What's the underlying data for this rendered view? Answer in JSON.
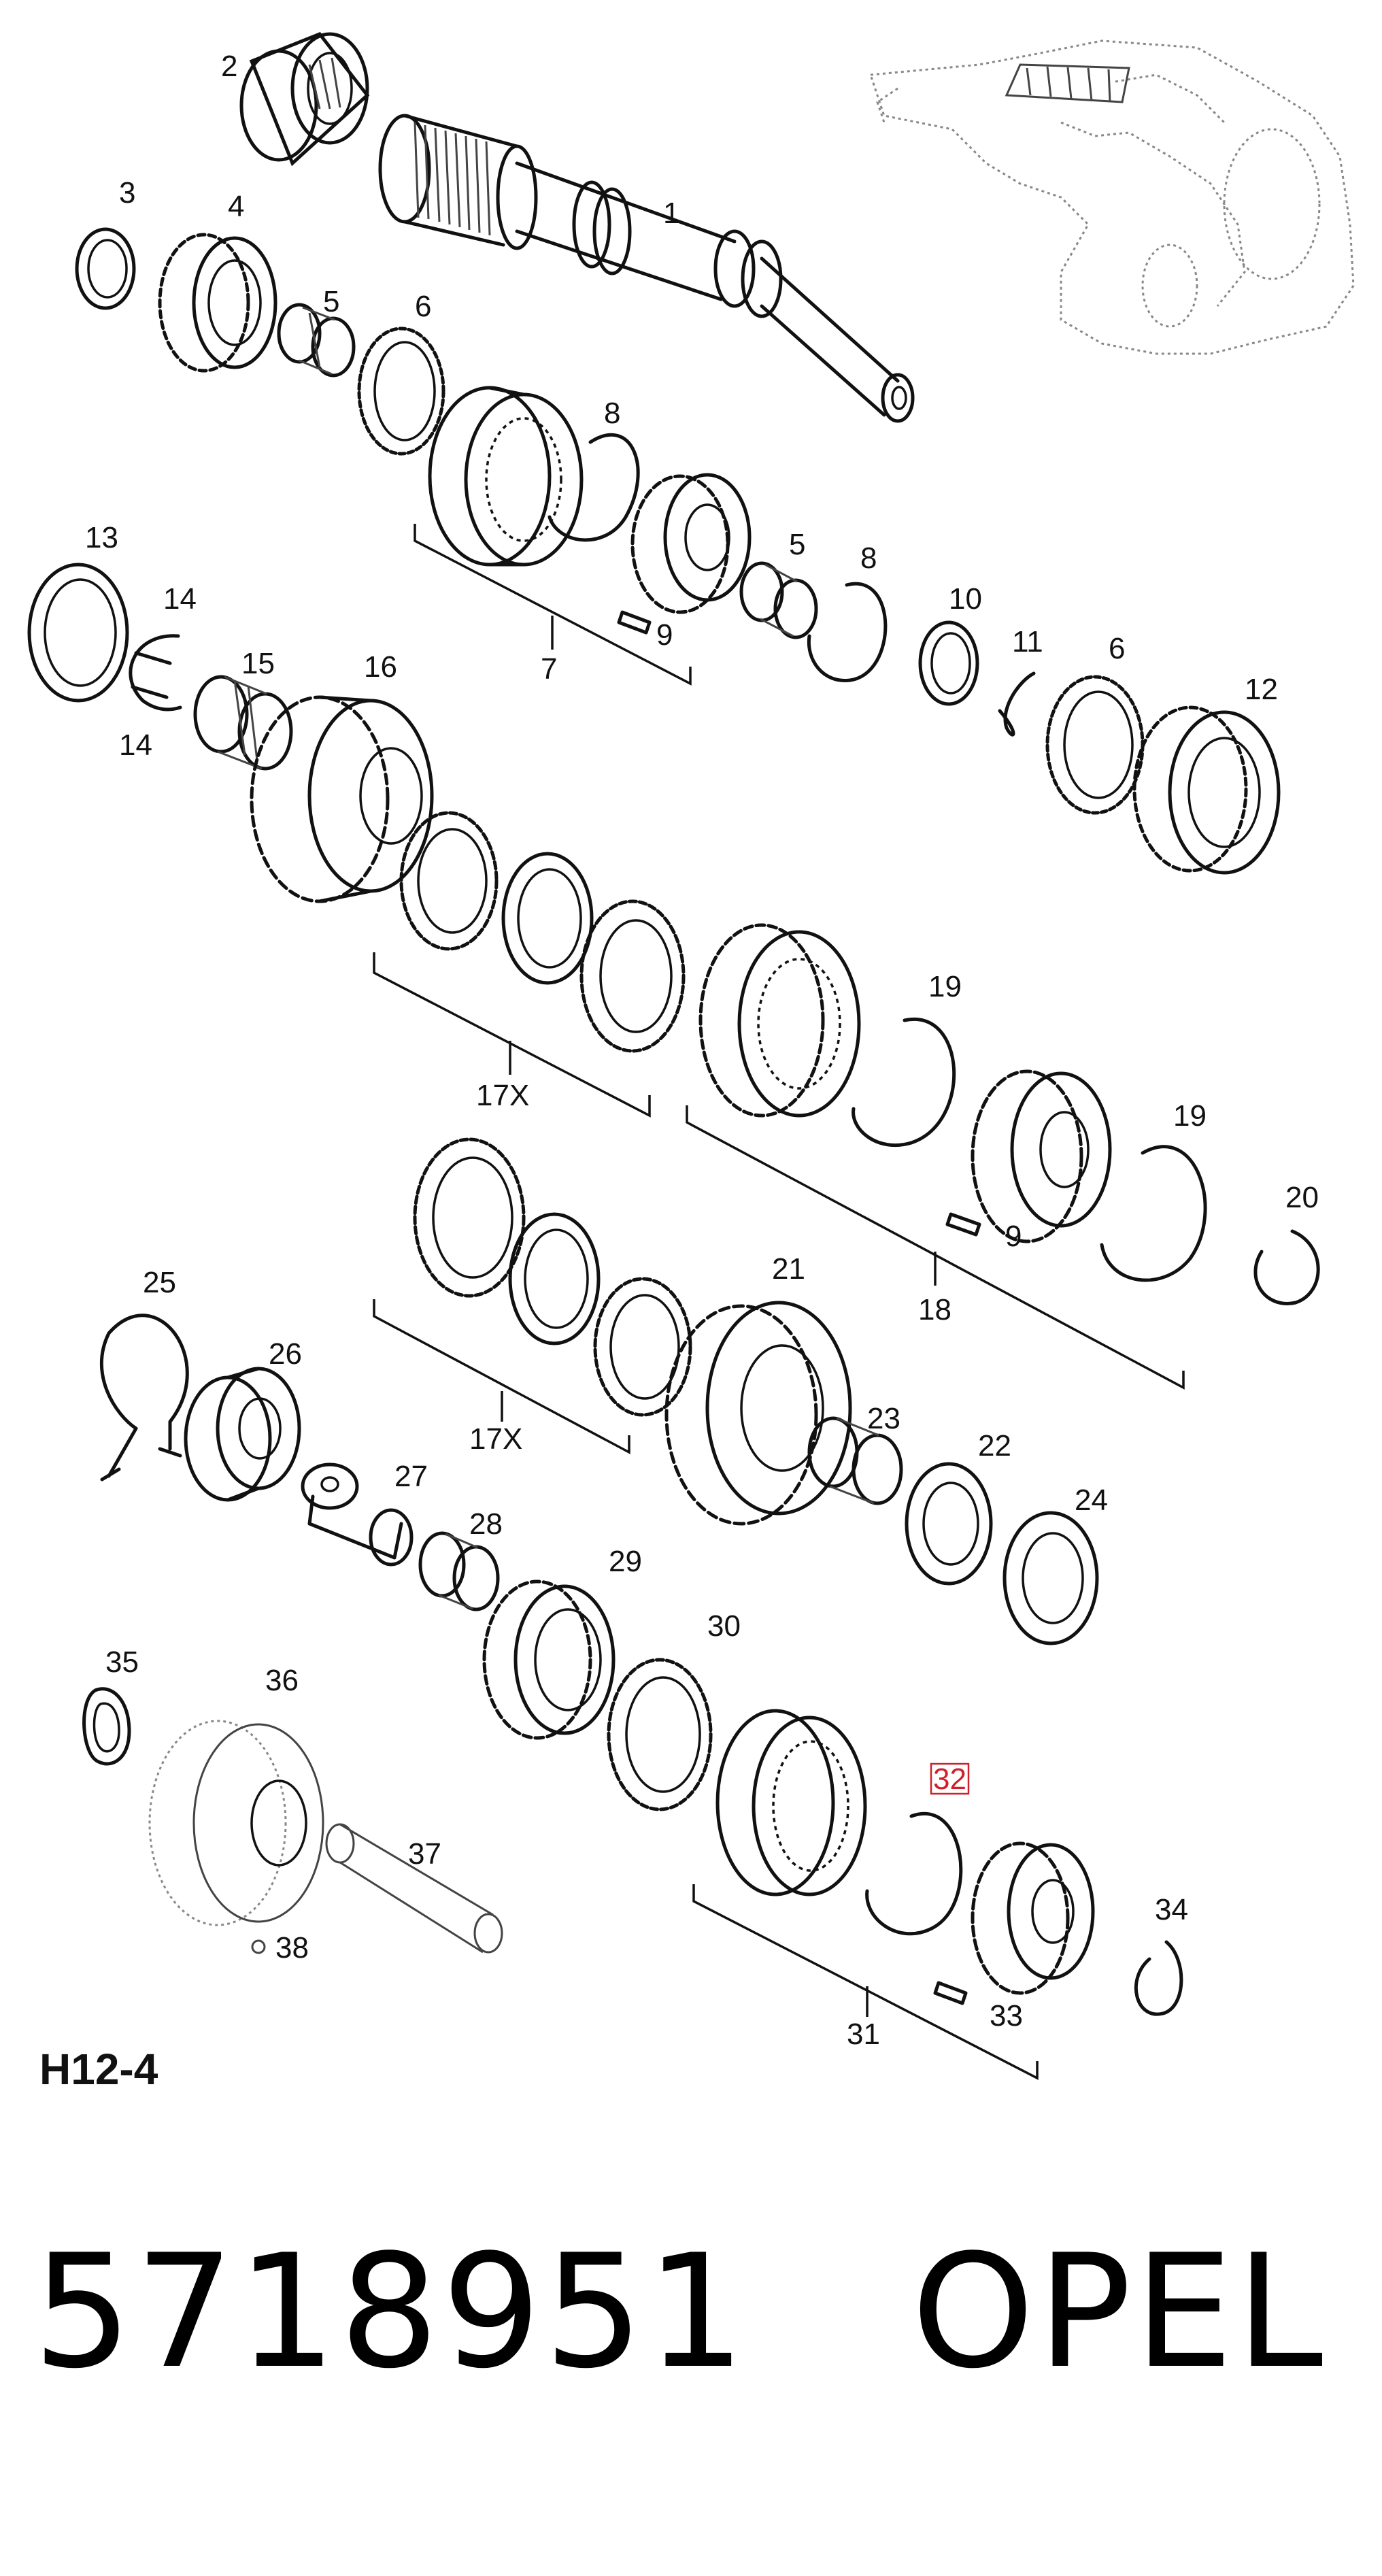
{
  "diagram": {
    "callouts": [
      "1",
      "2",
      "3",
      "4",
      "5",
      "6",
      "7",
      "8",
      "9",
      "5",
      "8",
      "10",
      "11",
      "6",
      "12",
      "13",
      "14",
      "14",
      "15",
      "16",
      "17X",
      "19",
      "19",
      "9",
      "18",
      "20",
      "17X",
      "21",
      "23",
      "22",
      "24",
      "25",
      "26",
      "27",
      "28",
      "29",
      "30",
      "31",
      "32",
      "33",
      "34",
      "35",
      "36",
      "37",
      "38"
    ],
    "highlighted_callout": "32",
    "colors": {
      "line": "#111111",
      "highlight": "#d0202a"
    }
  },
  "footer": {
    "model_code": "H12-4",
    "part_number": "5718951",
    "brand": "OPEL"
  }
}
